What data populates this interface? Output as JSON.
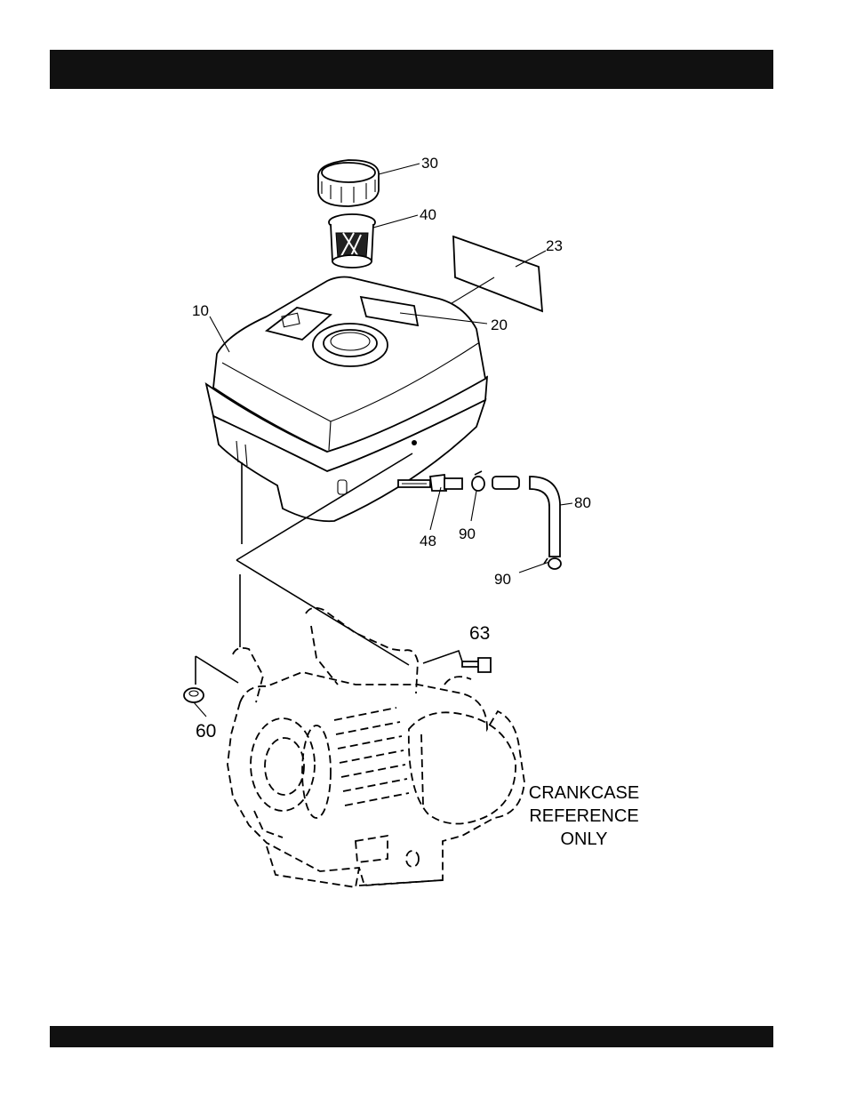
{
  "callouts": {
    "fuel_cap": "30",
    "fuel_strainer": "40",
    "label_23": "23",
    "fuel_tank": "10",
    "label_20": "20",
    "fuel_valve": "48",
    "clamp_upper": "90",
    "fuel_hose": "80",
    "clamp_lower": "90",
    "bolt": "63",
    "nut": "60"
  },
  "note": {
    "line1": "CRANKCASE",
    "line2": "REFERENCE",
    "line3": "ONLY"
  }
}
